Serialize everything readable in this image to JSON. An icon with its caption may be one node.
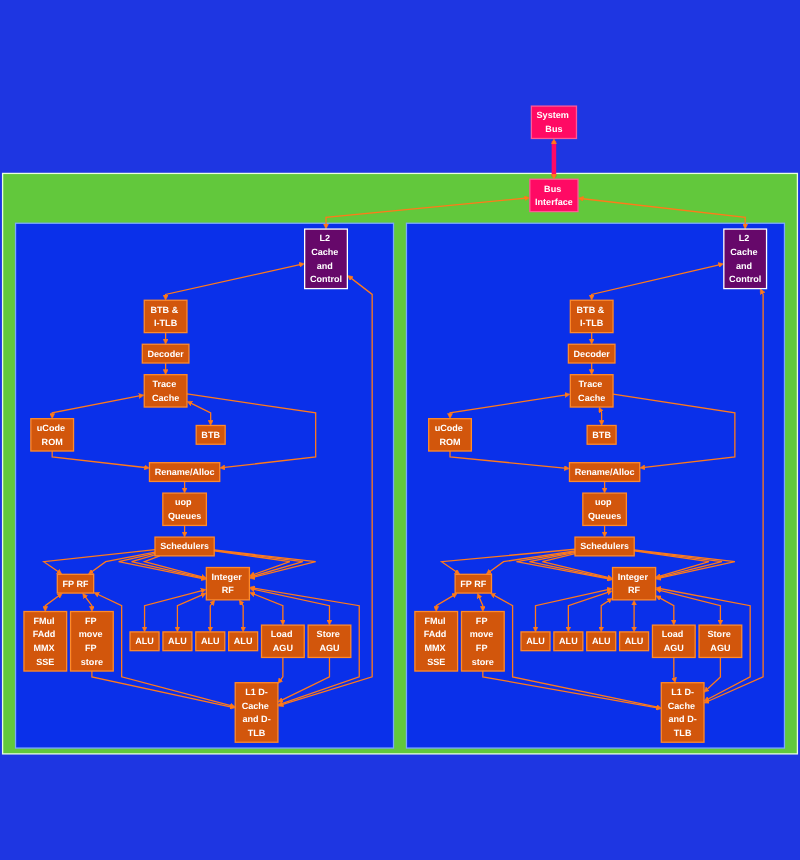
{
  "diagram": {
    "nodes": [
      {
        "text": [
          "System Bus"
        ]
      },
      {
        "text": [],
        "shape": "box"
      },
      {
        "text": [
          "Bus Interface"
        ],
        "in": 1
      },
      {
        "text": [],
        "shape": "box",
        "in": 1
      },
      {
        "text": [
          "BTB & I-TLB"
        ],
        "in": 3
      },
      {
        "text": [
          "L2 Cache and Control"
        ],
        "in": 3
      },
      {
        "text": [
          "Decoder"
        ],
        "in": 3
      },
      {
        "text": [
          "uCode ROM"
        ],
        "in": 3
      },
      {
        "text": [
          "Trace Cache"
        ],
        "in": 3
      },
      {
        "text": [
          "BTB"
        ],
        "in": 3
      },
      {
        "text": [
          "Rename/Alloc"
        ],
        "in": 3
      },
      {
        "text": [
          "uop Queues"
        ],
        "in": 3
      },
      {
        "text": [
          "Schedulers"
        ],
        "in": 3
      },
      {
        "text": [
          "FP RF"
        ],
        "in": 3
      },
      {
        "text": [
          "Integer RF"
        ],
        "in": 3
      },
      {
        "text": [
          "FMul FAdd MMX SSE"
        ],
        "in": 3
      },
      {
        "text": [
          "FP move FP store"
        ],
        "in": 3
      },
      {
        "text": [
          "ALU"
        ],
        "in": 3
      },
      {
        "text": [
          "ALU"
        ],
        "in": 3
      },
      {
        "text": [
          "ALU"
        ],
        "in": 3
      },
      {
        "text": [
          "ALU"
        ],
        "in": 3
      },
      {
        "text": [
          "Load AGU"
        ],
        "in": 3
      },
      {
        "text": [
          "Store AGU"
        ],
        "in": 3
      },
      {
        "text": [
          "L1 D-Cache and D-TLB"
        ],
        "in": 3
      },
      {
        "text": [],
        "shape": "box",
        "in": 1
      },
      {
        "text": [
          "BTB & I-TLB"
        ],
        "in": 24
      },
      {
        "text": [
          "L2 Cache and Control"
        ],
        "in": 24
      },
      {
        "text": [
          "Decoder"
        ],
        "in": 24
      },
      {
        "text": [
          "uCode ROM"
        ],
        "in": 24
      },
      {
        "text": [
          "Trace Cache"
        ],
        "in": 24
      },
      {
        "text": [
          "BTB"
        ],
        "in": 24
      },
      {
        "text": [
          "Rename/Alloc"
        ],
        "in": 24
      },
      {
        "text": [
          "uop Queues"
        ],
        "in": 24
      },
      {
        "text": [
          "Schedulers"
        ],
        "in": 24
      },
      {
        "text": [
          "FP RF"
        ],
        "in": 24
      },
      {
        "text": [
          "Integer RF"
        ],
        "in": 24
      },
      {
        "text": [
          "FMul FAdd MMX SSE"
        ],
        "in": 24
      },
      {
        "text": [
          "FP move FP store"
        ],
        "in": 24
      },
      {
        "text": [
          "ALU"
        ],
        "in": 24
      },
      {
        "text": [
          "ALU"
        ],
        "in": 24
      },
      {
        "text": [
          "ALU"
        ],
        "in": 24
      },
      {
        "text": [
          "ALU"
        ],
        "in": 24
      },
      {
        "text": [
          "Load AGU"
        ],
        "in": 24
      },
      {
        "text": [
          "Store AGU"
        ],
        "in": 24
      },
      {
        "text": [
          "L1 D-Cache and D-TLB"
        ],
        "in": 24
      }
    ],
    "edges": [
      {
        "from": 0,
        "to": 2,
        "arrow": "both",
        "style": "thick",
        "color": "#ff0a64"
      },
      {
        "from": 2,
        "to": 5,
        "arrow": "both"
      },
      {
        "from": 5,
        "to": 4,
        "arrow": "both"
      },
      {
        "from": 4,
        "to": 6,
        "arrow": "to"
      },
      {
        "from": 6,
        "to": 8,
        "arrow": "to"
      },
      {
        "from": 8,
        "to": 7,
        "arrow": "both"
      },
      {
        "from": 8,
        "to": 9,
        "arrow": "both"
      },
      {
        "from": 8,
        "to": 10,
        "arrow": "to"
      },
      {
        "from": 7,
        "to": 10,
        "arrow": "to"
      },
      {
        "from": 10,
        "to": 11,
        "arrow": "to"
      },
      {
        "from": 11,
        "to": 12,
        "arrow": "to"
      },
      {
        "from": 12,
        "to": 13,
        "arrow": "to"
      },
      {
        "from": 12,
        "to": 13,
        "arrow": "to"
      },
      {
        "from": 12,
        "to": 14,
        "arrow": "to"
      },
      {
        "from": 12,
        "to": 14,
        "arrow": "to"
      },
      {
        "from": 12,
        "to": 14,
        "arrow": "to"
      },
      {
        "from": 12,
        "to": 14,
        "arrow": "to"
      },
      {
        "from": 12,
        "to": 14,
        "arrow": "to"
      },
      {
        "from": 12,
        "to": 14,
        "arrow": "to"
      },
      {
        "from": 13,
        "to": 15,
        "arrow": "both"
      },
      {
        "from": 13,
        "to": 16,
        "arrow": "both"
      },
      {
        "from": 14,
        "to": 17,
        "arrow": "both"
      },
      {
        "from": 14,
        "to": 18,
        "arrow": "both"
      },
      {
        "from": 14,
        "to": 19,
        "arrow": "both"
      },
      {
        "from": 14,
        "to": 20,
        "arrow": "both"
      },
      {
        "from": 14,
        "to": 21,
        "arrow": "both"
      },
      {
        "from": 14,
        "to": 22,
        "arrow": "both"
      },
      {
        "from": 13,
        "to": 23,
        "arrow": "both"
      },
      {
        "from": 14,
        "to": 23,
        "arrow": "both"
      },
      {
        "from": 16,
        "to": 23,
        "arrow": "to"
      },
      {
        "from": 21,
        "to": 23,
        "arrow": "to"
      },
      {
        "from": 22,
        "to": 23,
        "arrow": "to"
      },
      {
        "from": 5,
        "to": 23,
        "arrow": "both"
      },
      {
        "from": 2,
        "to": 26,
        "arrow": "both"
      },
      {
        "from": 26,
        "to": 25,
        "arrow": "both"
      },
      {
        "from": 25,
        "to": 27,
        "arrow": "to"
      },
      {
        "from": 27,
        "to": 29,
        "arrow": "to"
      },
      {
        "from": 29,
        "to": 28,
        "arrow": "both"
      },
      {
        "from": 29,
        "to": 30,
        "arrow": "both"
      },
      {
        "from": 29,
        "to": 31,
        "arrow": "to"
      },
      {
        "from": 28,
        "to": 31,
        "arrow": "to"
      },
      {
        "from": 31,
        "to": 32,
        "arrow": "to"
      },
      {
        "from": 32,
        "to": 33,
        "arrow": "to"
      },
      {
        "from": 33,
        "to": 34,
        "arrow": "to"
      },
      {
        "from": 33,
        "to": 34,
        "arrow": "to"
      },
      {
        "from": 33,
        "to": 35,
        "arrow": "to"
      },
      {
        "from": 33,
        "to": 35,
        "arrow": "to"
      },
      {
        "from": 33,
        "to": 35,
        "arrow": "to"
      },
      {
        "from": 33,
        "to": 35,
        "arrow": "to"
      },
      {
        "from": 33,
        "to": 35,
        "arrow": "to"
      },
      {
        "from": 33,
        "to": 35,
        "arrow": "to"
      },
      {
        "from": 34,
        "to": 36,
        "arrow": "both"
      },
      {
        "from": 34,
        "to": 37,
        "arrow": "both"
      },
      {
        "from": 35,
        "to": 38,
        "arrow": "both"
      },
      {
        "from": 35,
        "to": 39,
        "arrow": "both"
      },
      {
        "from": 35,
        "to": 40,
        "arrow": "both"
      },
      {
        "from": 35,
        "to": 41,
        "arrow": "both"
      },
      {
        "from": 35,
        "to": 42,
        "arrow": "both"
      },
      {
        "from": 35,
        "to": 43,
        "arrow": "both"
      },
      {
        "from": 34,
        "to": 44,
        "arrow": "both"
      },
      {
        "from": 35,
        "to": 44,
        "arrow": "both"
      },
      {
        "from": 37,
        "to": 44,
        "arrow": "to"
      },
      {
        "from": 42,
        "to": 44,
        "arrow": "to"
      },
      {
        "from": 43,
        "to": 44,
        "arrow": "to"
      },
      {
        "from": 26,
        "to": 44,
        "arrow": "both"
      }
    ]
  }
}
